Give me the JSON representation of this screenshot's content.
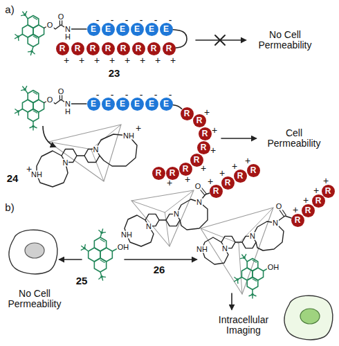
{
  "diagram": {
    "nodes": [
      {
        "text": [
          "E"
        ]
      },
      {
        "text": [
          "E"
        ]
      },
      {
        "text": [
          "E"
        ]
      },
      {
        "text": [
          "E"
        ]
      },
      {
        "text": [
          "E"
        ]
      },
      {
        "text": [
          "E"
        ]
      },
      {
        "text": [
          "R"
        ]
      },
      {
        "text": [
          "R"
        ]
      },
      {
        "text": [
          "R"
        ]
      },
      {
        "text": [
          "R"
        ]
      },
      {
        "text": [
          "R"
        ]
      },
      {
        "text": [
          "R"
        ]
      },
      {
        "text": [
          "R"
        ]
      },
      {
        "text": [
          "R"
        ]
      },
      {
        "text": [
          "E"
        ]
      },
      {
        "text": [
          "E"
        ]
      },
      {
        "text": [
          "E"
        ]
      },
      {
        "text": [
          "E"
        ]
      },
      {
        "text": [
          "E"
        ]
      },
      {
        "text": [
          "E"
        ]
      },
      {
        "text": [
          "R"
        ]
      },
      {
        "text": [
          "R"
        ]
      },
      {
        "text": [
          "R"
        ]
      },
      {
        "text": [
          "R"
        ]
      },
      {
        "text": [
          "R"
        ]
      },
      {
        "text": [
          "R"
        ]
      },
      {
        "text": [
          "R"
        ]
      },
      {
        "text": [
          "R"
        ]
      },
      {
        "text": [
          "R"
        ]
      },
      {
        "text": [
          "R"
        ]
      },
      {
        "text": [
          "R"
        ]
      },
      {
        "text": [
          "R"
        ]
      },
      {
        "text": [
          "R"
        ]
      },
      {
        "text": [
          "R"
        ]
      },
      {
        "text": [
          "R"
        ]
      },
      {
        "text": [
          "R"
        ]
      }
    ],
    "edges": [
      {
        "from": 5,
        "to": 13,
        "arrow": "none"
      },
      {
        "from": 19,
        "to": 20,
        "arrow": "none"
      }
    ],
    "labels": [
      "a)",
      "O",
      "O",
      "N",
      "H",
      "-",
      "-",
      "-",
      "-",
      "-",
      "-",
      "+",
      "+",
      "+",
      "+",
      "+",
      "+",
      "+",
      "+",
      "23",
      "No Cell Permeability",
      "O",
      "O",
      "N",
      "H",
      "-",
      "-",
      "-",
      "-",
      "-",
      "-",
      "+",
      "+",
      "+",
      "+",
      "+",
      "+",
      "Cell Permeability",
      "N",
      "N",
      "NH",
      "+",
      "NH",
      "+",
      "24",
      "b)",
      "No Cell Permeability",
      "OH",
      "25",
      "26",
      "N",
      "N",
      "NH",
      "N",
      "O",
      "+",
      "+",
      "+",
      "+",
      "N",
      "N",
      "NH",
      "N",
      "O",
      "OH",
      "+",
      "+",
      "+",
      "+",
      "Intracellular Imaging"
    ]
  }
}
